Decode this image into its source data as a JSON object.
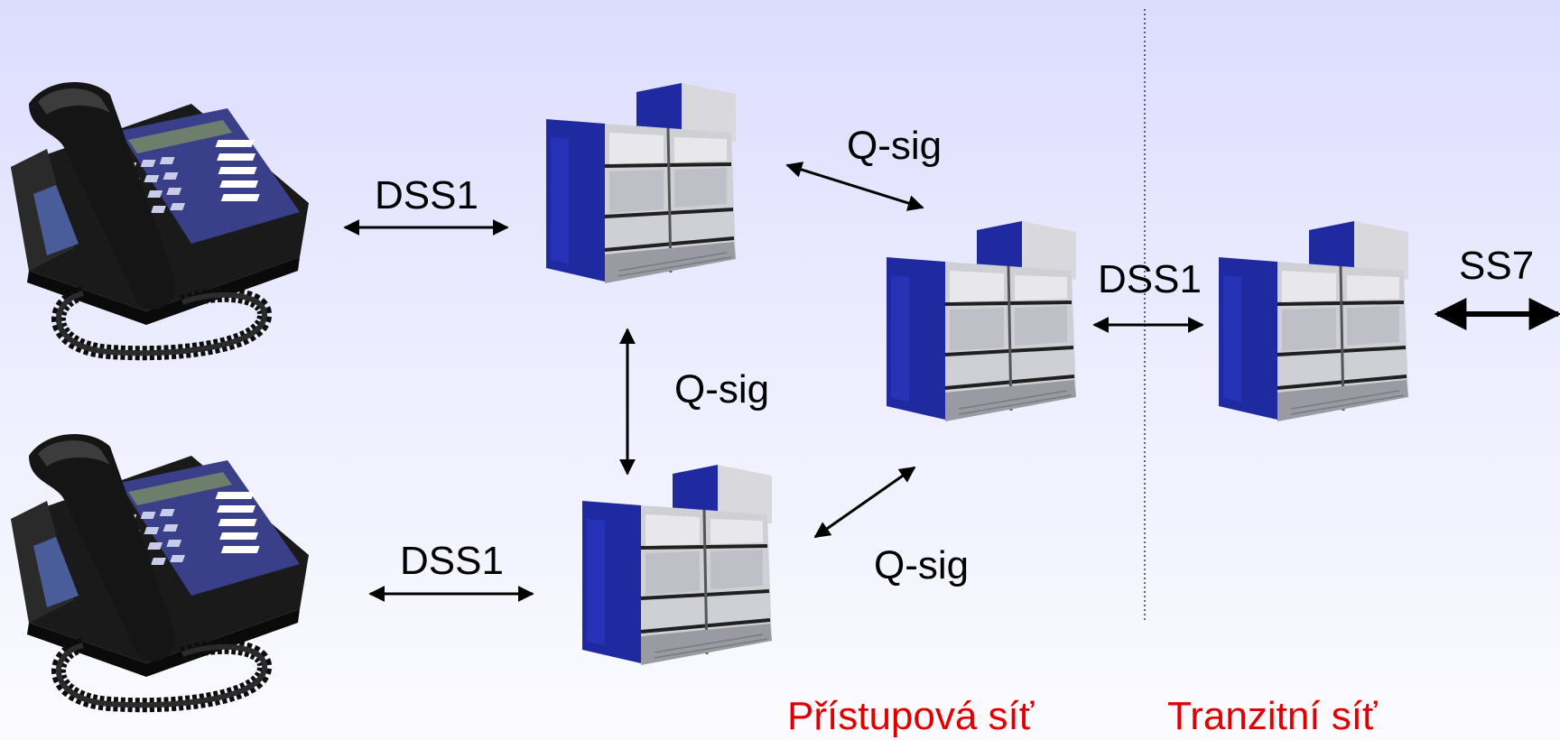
{
  "labels": {
    "dss1_top": "DSS1",
    "dss1_bottom": "DSS1",
    "dss1_transit": "DSS1",
    "qsig_top": "Q-sig",
    "qsig_vertical": "Q-sig",
    "qsig_bottom": "Q-sig",
    "ss7": "SS7"
  },
  "networks": {
    "access": "Přístupová síť",
    "transit": "Tranzitní síť"
  },
  "colors": {
    "network_label": "#e00000",
    "pbx_blue": "#1f2aa0",
    "phone_panel": "#3a3f8a",
    "arrow": "#000000"
  },
  "icons": [
    "telephone-icon",
    "pbx-switch-icon"
  ]
}
